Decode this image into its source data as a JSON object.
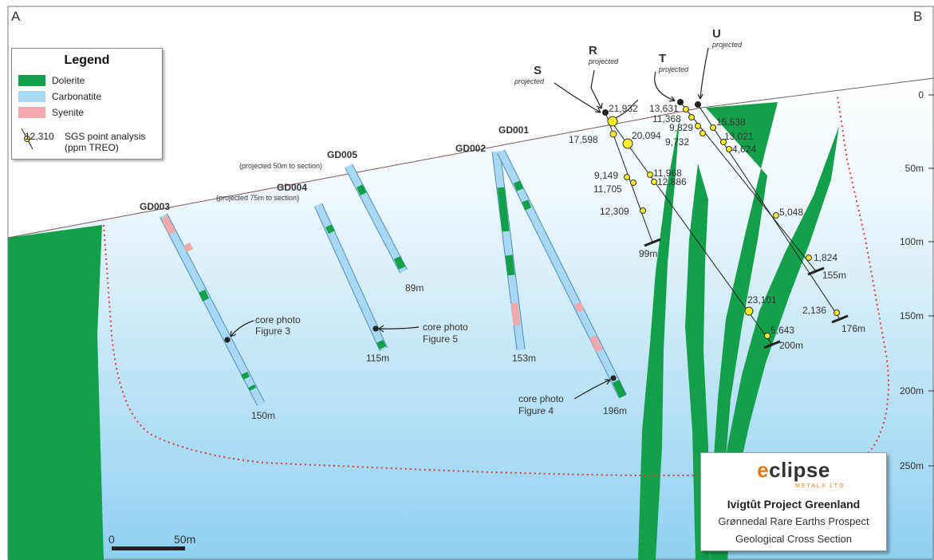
{
  "section": {
    "start_label": "A",
    "end_label": "B"
  },
  "legend": {
    "title": "Legend",
    "items": [
      {
        "label": "Dolerite",
        "color": "#14a04a"
      },
      {
        "label": "Carbonatite",
        "color": "#a9d8f2"
      },
      {
        "label": "Syenite",
        "color": "#f2a9ad"
      }
    ],
    "point_value": "12,310",
    "point_label_1": "SGS point analysis",
    "point_label_2": "(ppm TREO)"
  },
  "depth_axis": [
    "0",
    "50m",
    "100m",
    "150m",
    "200m",
    "250m"
  ],
  "scale_bar": {
    "start": "0",
    "end": "50m"
  },
  "holes": [
    {
      "name": "GD003",
      "depth": "150m"
    },
    {
      "name": "GD004",
      "depth": "115m",
      "note": "(projected 75m to section)"
    },
    {
      "name": "GD005",
      "depth": "89m",
      "note": "(projected 50m to section)"
    },
    {
      "name": "GD002",
      "depth": "153m"
    },
    {
      "name": "GD001",
      "depth": "196m"
    }
  ],
  "projected_holes": [
    {
      "name": "S",
      "note": "projected",
      "depth": "99m"
    },
    {
      "name": "R",
      "note": "projected",
      "depth": "200m"
    },
    {
      "name": "T",
      "note": "projected",
      "depth": "155m"
    },
    {
      "name": "U",
      "note": "projected",
      "depth": "176m"
    }
  ],
  "assays": [
    "21,932",
    "17,598",
    "20,094",
    "9,149",
    "11,705",
    "11,968",
    "12,886",
    "12,309",
    "13,631",
    "11,368",
    "9,829",
    "9,732",
    "15,538",
    "13,021",
    "4,624",
    "5,048",
    "1,824",
    "2,136",
    "23,101",
    "5,643"
  ],
  "core_photos": [
    {
      "line1": "core photo",
      "line2": "Figure 3"
    },
    {
      "line1": "core photo",
      "line2": "Figure 5"
    },
    {
      "line1": "core photo",
      "line2": "Figure 4"
    }
  ],
  "title_block": {
    "logo_e": "e",
    "logo_rest": "clipse",
    "logo_sub": "METALS LTD",
    "line1": "Ivigtût Project Greenland",
    "line2": "Grønnedal Rare Earths Prospect",
    "line3": "Geological Cross Section"
  },
  "colors": {
    "dolerite": "#14a04a",
    "carbonatite": "#a9d8f2",
    "syenite": "#f2a9ad",
    "assay_point": "#f7ee2a",
    "boundary": "#d83a3a"
  }
}
